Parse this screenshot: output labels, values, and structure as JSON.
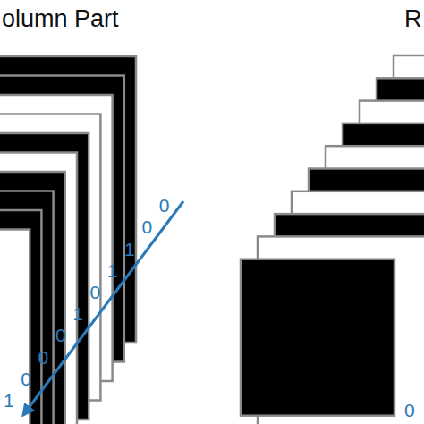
{
  "diagram": {
    "labels": [
      "olumn Part",
      "R",
      "1",
      "0",
      "0",
      "0",
      "1",
      "0",
      "1",
      "1",
      "0",
      "0",
      "0"
    ]
  }
}
